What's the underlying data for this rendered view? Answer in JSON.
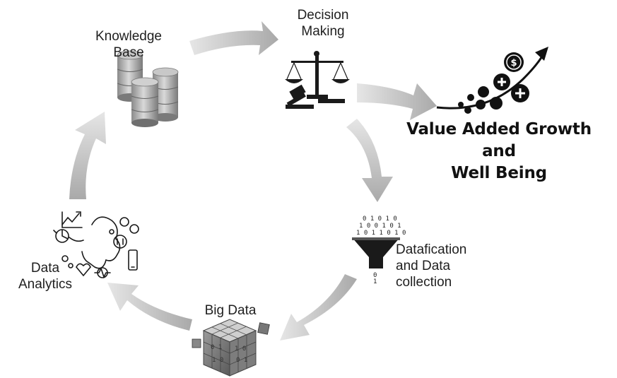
{
  "nodes": {
    "knowledge_base": {
      "line1": "Knowledge",
      "line2": "Base"
    },
    "decision_making": {
      "line1": "Decision",
      "line2": "Making"
    },
    "datafication": {
      "line1": "Datafication",
      "line2": "and Data",
      "line3": "collection"
    },
    "big_data": {
      "line1": "Big Data"
    },
    "data_analytics": {
      "line1": "Data",
      "line2": "Analytics"
    }
  },
  "outcome": {
    "line1": "Value Added Growth and",
    "line2": "Well Being"
  },
  "icons": {
    "knowledge_base": "database-icon",
    "decision_making": "scales-gavel-icon",
    "datafication": "funnel-icon",
    "big_data": "data-cube-icon",
    "data_analytics": "analytics-head-icon",
    "outcome": "growth-coins-icon"
  },
  "colors": {
    "arrow": "#bdbdbd",
    "icon": "#1a1a1a"
  }
}
